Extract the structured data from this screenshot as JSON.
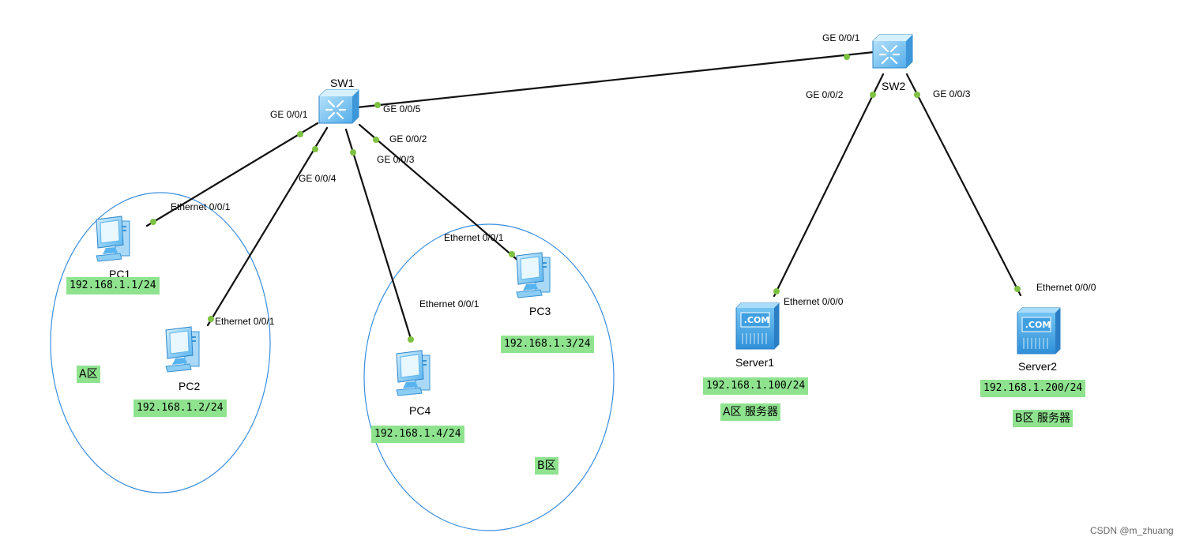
{
  "devices": {
    "sw1": "SW1",
    "sw2": "SW2",
    "pc1": "PC1",
    "pc2": "PC2",
    "pc3": "PC3",
    "pc4": "PC4",
    "server1": "Server1",
    "server2": "Server2"
  },
  "ports": {
    "sw1_ge001": "GE 0/0/1",
    "sw1_ge002": "GE 0/0/2",
    "sw1_ge003": "GE 0/0/3",
    "sw1_ge004": "GE 0/0/4",
    "sw1_ge005": "GE 0/0/5",
    "sw2_ge001": "GE 0/0/1",
    "sw2_ge002": "GE 0/0/2",
    "sw2_ge003": "GE 0/0/3",
    "pc1_eth": "Ethernet 0/0/1",
    "pc2_eth": "Ethernet 0/0/1",
    "pc3_eth": "Ethernet 0/0/1",
    "pc4_eth": "Ethernet 0/0/1",
    "server1_eth": "Ethernet 0/0/0",
    "server2_eth": "Ethernet 0/0/0"
  },
  "ips": {
    "pc1": "192.168.1.1/24",
    "pc2": "192.168.1.2/24",
    "pc3": "192.168.1.3/24",
    "pc4": "192.168.1.4/24",
    "server1": "192.168.1.100/24",
    "server2": "192.168.1.200/24"
  },
  "zones": {
    "a": "A区",
    "b": "B区",
    "a_server": "A区 服务器",
    "b_server": "B区 服务器"
  },
  "server_badge": ".COM",
  "watermark": "CSDN @m_zhuang",
  "colors": {
    "link": "#111111",
    "port_dot": "#7dc242",
    "zone_ring": "#3b8fe0",
    "label_bg": "#8fe38f",
    "device_blue": "#4aa9ea"
  }
}
